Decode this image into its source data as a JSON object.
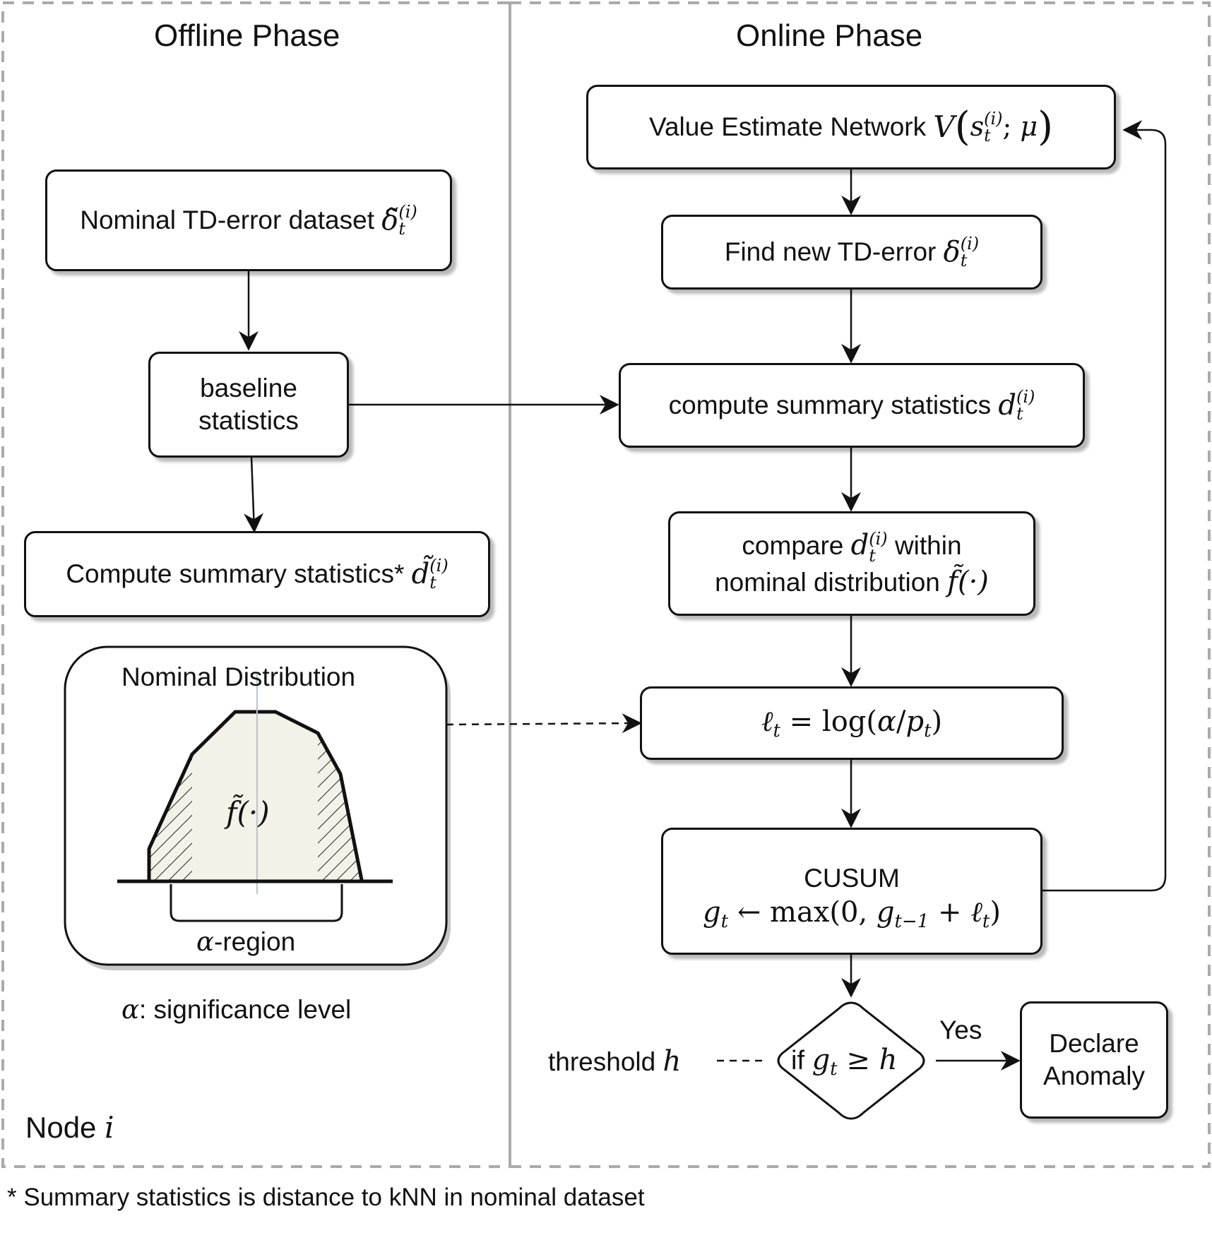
{
  "phases": {
    "offline": "Offline Phase",
    "online": "Online Phase"
  },
  "offline": {
    "nominal_dataset": "Nominal TD-error dataset",
    "nominal_dataset_symbol": "δ̃",
    "baseline": [
      "baseline",
      "statistics"
    ],
    "compute_summary": "Compute summary statistics*",
    "compute_summary_symbol": "d̃",
    "distribution_title": "Nominal Distribution",
    "distribution_symbol": "f̃(·)",
    "alpha_region": "-region",
    "alpha_symbol": "α",
    "significance": ": significance level"
  },
  "online": {
    "value_network": "Value Estimate Network",
    "find_td": "Find new TD-error",
    "compute_stats": "compute summary statistics",
    "compare_line1_a": "compare",
    "compare_line1_b": "within",
    "compare_line2": "nominal distribution",
    "compare_symbol": "f̃(·)",
    "cusum_title": "CUSUM",
    "threshold_label": "threshold",
    "threshold_symbol": "h",
    "decision_prefix": "if",
    "yes_label": "Yes",
    "declare": [
      "Declare",
      "Anomaly"
    ]
  },
  "node_label": "Node",
  "node_symbol": "i",
  "footnote": "* Summary statistics is distance to kNN in nominal dataset",
  "colors": {
    "stroke": "#111111",
    "dashed_border": "#aaaaaa",
    "distribution_fill": "#f4f1e8"
  }
}
